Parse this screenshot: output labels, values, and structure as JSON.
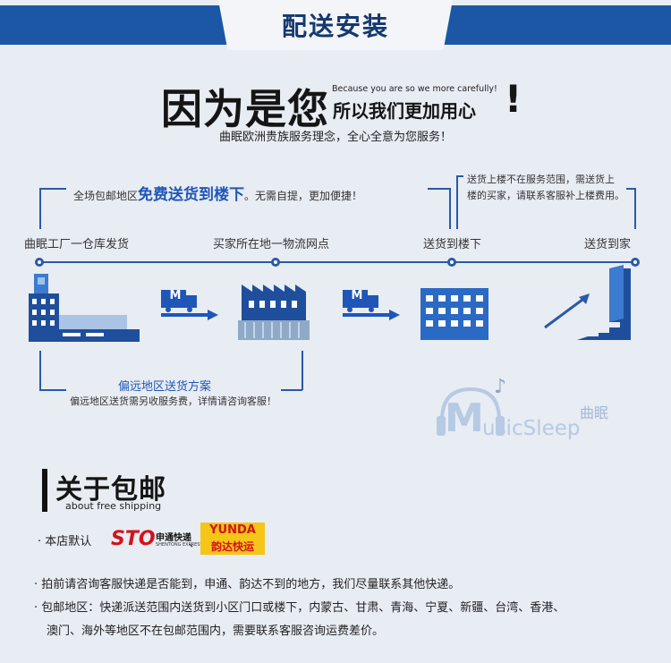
{
  "header": {
    "title": "配送安装"
  },
  "hero": {
    "big": "因为是您",
    "en": "Because you are so we more carefully!",
    "cn": "所以我们更加用心",
    "exclaim": "!",
    "sub": "曲眠欧洲贵族服务理念，全心全意为您服务！"
  },
  "flow": {
    "free_prefix": "全场包邮地区",
    "free_bold": "免费送货到楼下",
    "free_suffix": "。无需自提，更加便捷！",
    "upstairs_line1": "送货上楼不在服务范围，需送货上",
    "upstairs_line2": "楼的买家，请联系客服补上楼费用。",
    "stages": [
      "曲眠工厂一仓库发货",
      "买家所在地一物流网点",
      "送货到楼下",
      "送货到家"
    ],
    "truck_letter": "M",
    "remote_title": "偏远地区送货方案",
    "remote_desc": "偏远地区送货需另收服务费，详情请咨询客服！"
  },
  "brand": {
    "letter": "M",
    "rest": "usicSleep",
    "cn": "曲眠"
  },
  "about": {
    "title_cn": "关于包邮",
    "title_en": "about free shipping",
    "default_label": "· 本店默认",
    "sto_logo": "STO",
    "sto_name": "申通快递",
    "sto_en": "SHENTONG EXPRESS",
    "separator": "、",
    "yunda_logo": "YUNDA",
    "yunda_name": "韵达快运"
  },
  "notes": {
    "line1": "· 拍前请咨询客服快递是否能到，申通、韵达不到的地方，我们尽量联系其他快递。",
    "line2": "· 包邮地区：快递派送范围内送货到小区门口或楼下，内蒙古、甘肃、青海、宁夏、新疆、台湾、香港、",
    "line3": "澳门、海外等地区不在包邮范围内，需要联系客服咨询运费差价。"
  },
  "colors": {
    "accent": "#1c57a5",
    "line": "#2a5aa8",
    "yunda": "#f5c518",
    "sto": "#d4121a"
  }
}
